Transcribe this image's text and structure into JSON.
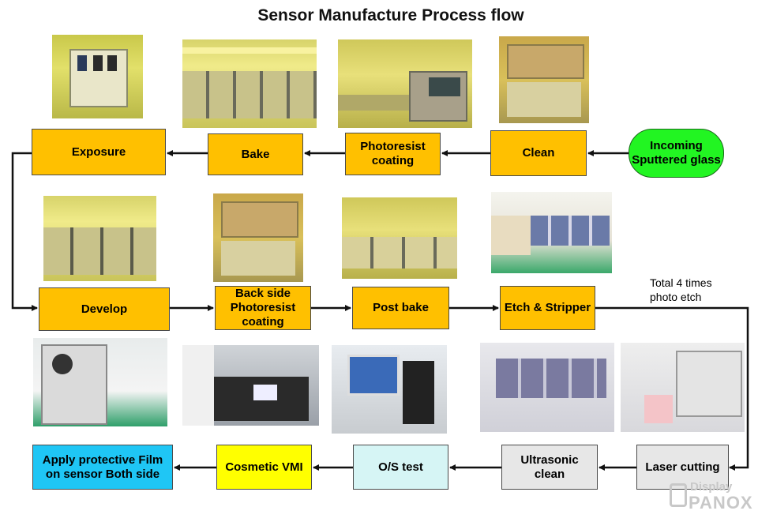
{
  "title": "Sensor Manufacture Process flow",
  "steps": {
    "incoming": "Incoming Sputtered glass",
    "clean": "Clean",
    "photoresist_coating": "Photoresist coating",
    "bake": "Bake",
    "exposure": "Exposure",
    "develop": "Develop",
    "back_side_photoresist": "Back side Photoresist coating",
    "post_bake": "Post bake",
    "etch_stripper": "Etch & Stripper",
    "laser_cutting": "Laser cutting",
    "ultrasonic_clean": "Ultrasonic clean",
    "os_test": "O/S test",
    "cosmetic_vmi": "Cosmetic VMI",
    "apply_film": "Apply protective Film on sensor Both side"
  },
  "note": "Total 4 times photo etch",
  "watermark": {
    "line1": "Display",
    "line2": "PANOX"
  },
  "colors": {
    "step_orange": "#ffc000",
    "step_green": "#22f522",
    "step_yellow": "#ffff00",
    "step_light_blue": "#d6f5f5",
    "step_cyan": "#1fc6f5",
    "step_gray": "#e7e7e7"
  }
}
